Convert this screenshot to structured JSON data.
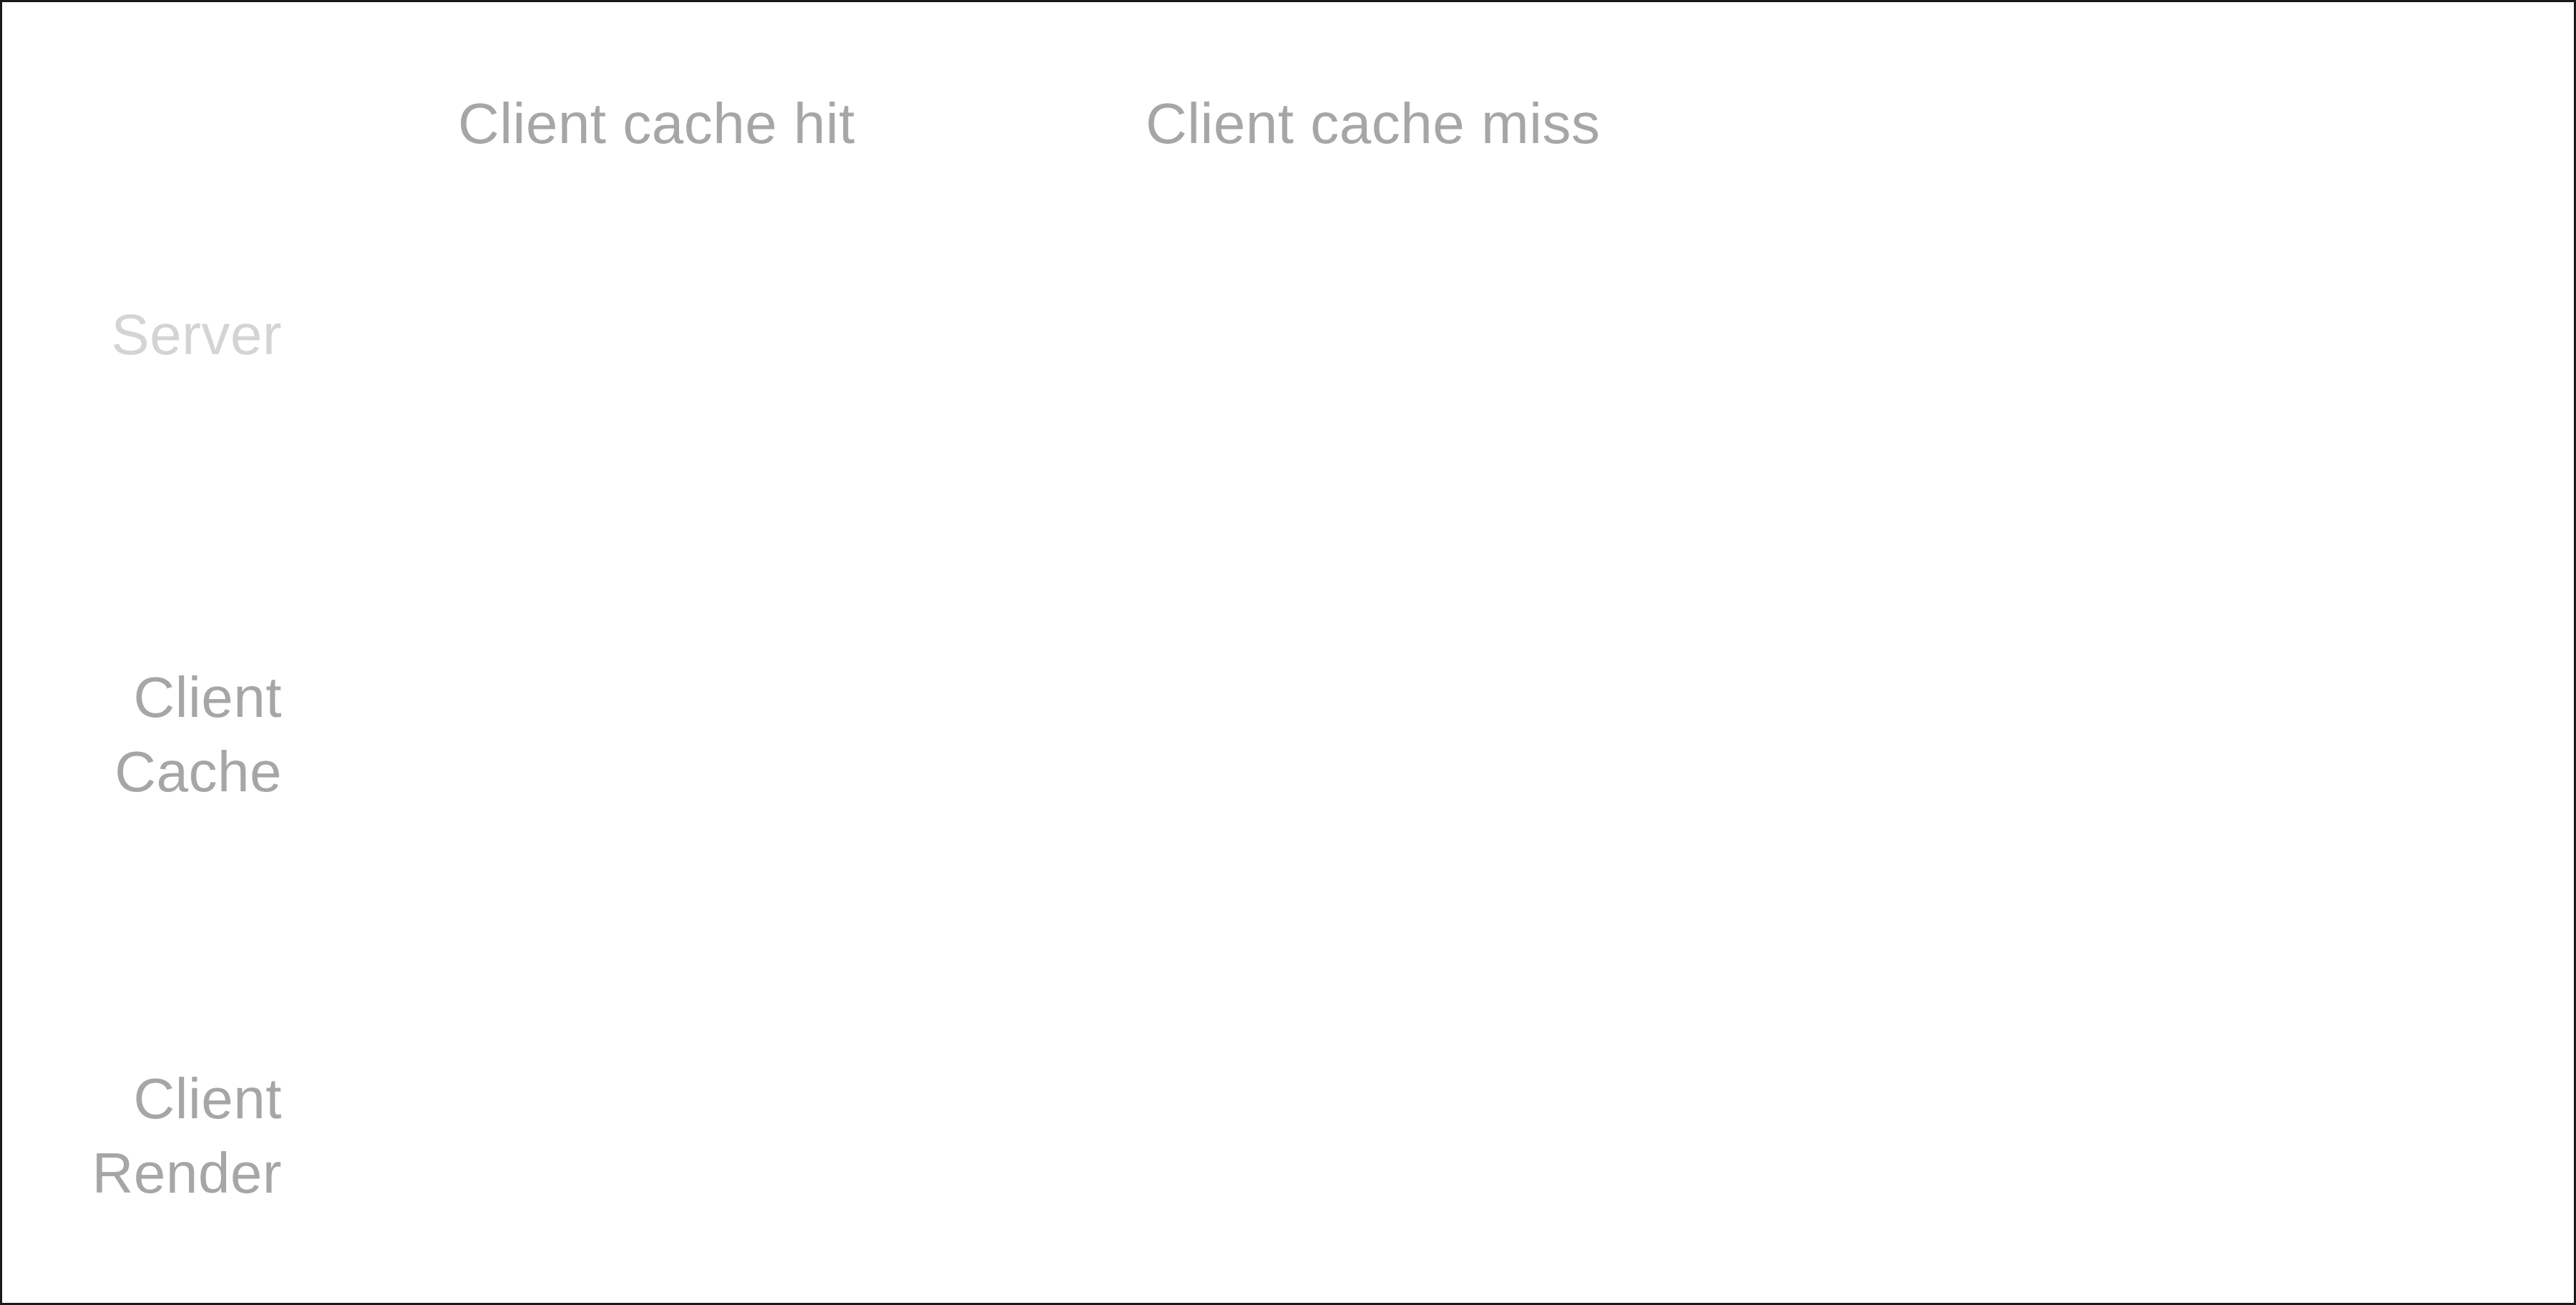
{
  "columns": {
    "hit": "Client cache hit",
    "miss": "Client cache miss"
  },
  "rows": {
    "server": "Server",
    "client_cache": [
      "Client",
      "Cache"
    ],
    "client_render": [
      "Client",
      "Render"
    ]
  },
  "colors": {
    "label": "#a6a6a6",
    "label_faded": "#d4d4d4",
    "border": "#1a1a1a",
    "background": "#ffffff"
  }
}
